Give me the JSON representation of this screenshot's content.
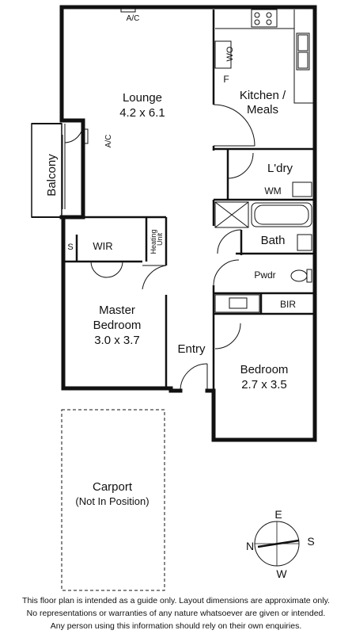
{
  "colors": {
    "wall": "#111111",
    "background": "#ffffff",
    "line": "#222222"
  },
  "rooms": {
    "lounge": {
      "name": "Lounge",
      "dims": "4.2 x 6.1"
    },
    "kitchen": {
      "name_line1": "Kitchen /",
      "name_line2": "Meals"
    },
    "laundry": {
      "name": "L'dry"
    },
    "bath": {
      "name": "Bath"
    },
    "powder": {
      "name": "Pwdr"
    },
    "bir": {
      "name": "BIR"
    },
    "master": {
      "name_line1": "Master",
      "name_line2": "Bedroom",
      "dims": "3.0 x 3.7"
    },
    "bedroom": {
      "name": "Bedroom",
      "dims": "2.7 x 3.5"
    },
    "entry": {
      "name": "Entry"
    },
    "balcony": {
      "name": "Balcony"
    },
    "wir": {
      "name": "WIR"
    },
    "s_store": {
      "name": "S"
    },
    "heating": {
      "name_line1": "Heating",
      "name_line2": "Unit"
    },
    "carport": {
      "name": "Carport",
      "note": "(Not In Position)"
    }
  },
  "fixtures": {
    "ac_top": "A/C",
    "ac_side": "A/C",
    "wall_oven": "WO",
    "fridge": "F",
    "washing_machine": "WM"
  },
  "compass": {
    "n": "N",
    "e": "E",
    "s": "S",
    "w": "W"
  },
  "disclaimer": [
    "This floor plan is intended as a guide only. Layout dimensions are approximate only.",
    "No representations or warranties of any nature whatsoever are given or intended.",
    "Any person using this information should rely on their own enquiries."
  ]
}
